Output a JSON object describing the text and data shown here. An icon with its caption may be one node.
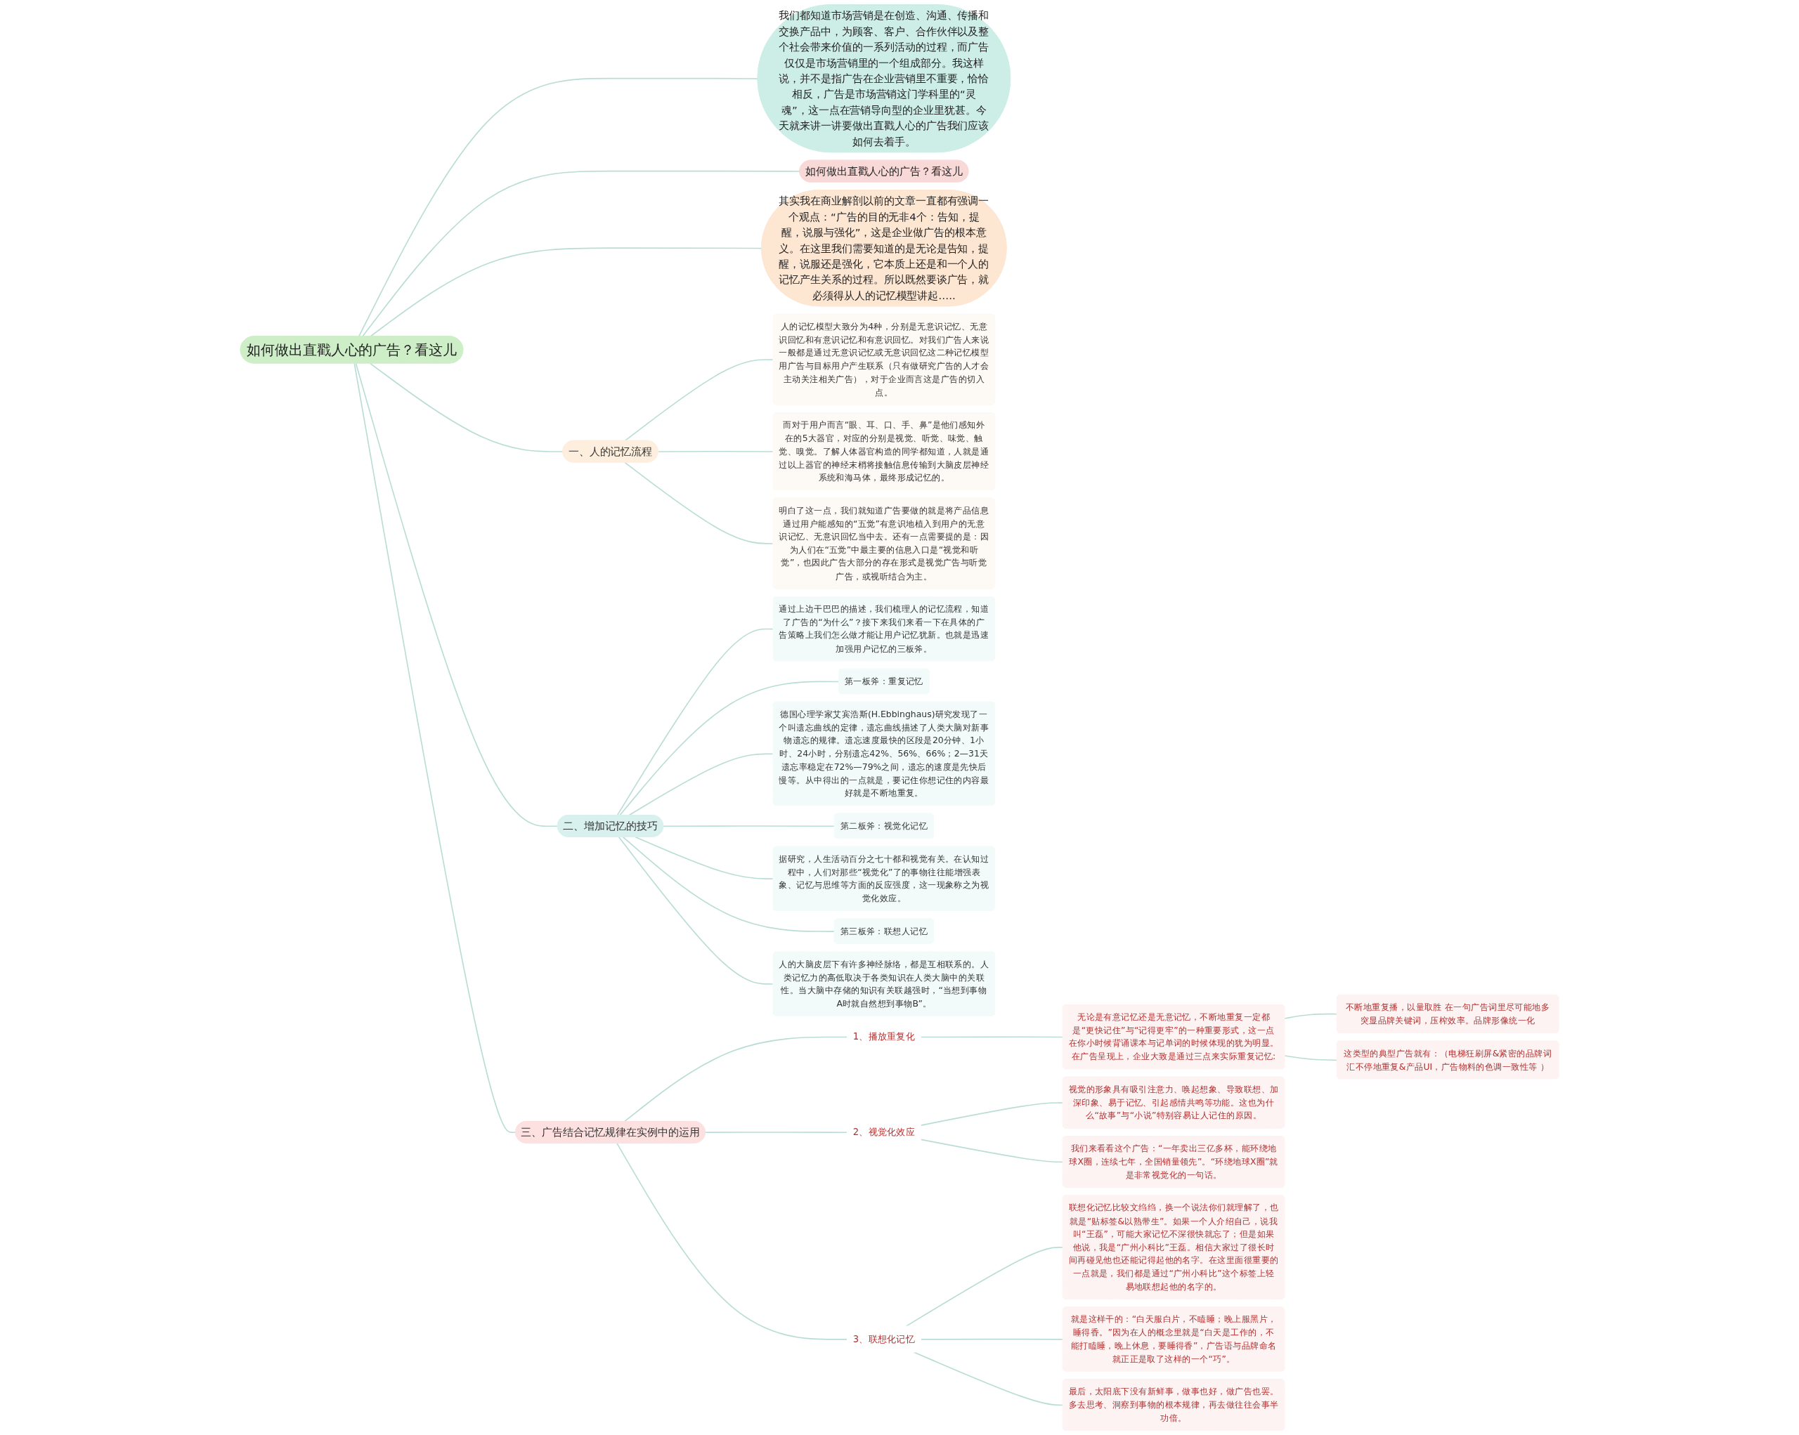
{
  "diagram": {
    "nodes": [
      {
        "text": [
          "如何做出直戳人心的广告？看这儿"
        ]
      },
      {
        "text": [
          "我们都知道市场营销是在创造、沟通、传播和交换产品中，为顾客、客户、合作伙伴以及整个社会带来价值的一系列活动的过程，而广告仅仅是市场营销里的一个组成部分。我这样说，并不是指广告在企业营销里不重要，恰恰相反，广告是市场营销这门学科里的“灵魂”，这一点在营销导向型的企业里犹甚。今天就来讲一讲要做出直戳人心的广告我们应该如何去着手。"
        ]
      },
      {
        "text": [
          "如何做出直戳人心的广告？看这儿"
        ]
      },
      {
        "text": [
          "其实我在商业解剖以前的文章一直都有强调一个观点：“广告的目的无非4个：告知，提醒，说服与强化”，这是企业做广告的根本意义。在这里我们需要知道的是无论是告知，提醒，说服还是强化，它本质上还是和一个人的记忆产生关系的过程。所以既然要谈广告，就必须得从人的记忆模型讲起….."
        ]
      },
      {
        "text": [
          "一、人的记忆流程"
        ]
      },
      {
        "text": [
          "人的记忆模型大致分为4种，分别是无意识记忆、无意识回忆和有意识记忆和有意识回忆。对我们广告人来说一般都是通过无意识记忆或无意识回忆这二种记忆模型用广告与目标用户产生联系（只有做研究广告的人才会主动关注相关广告），对于企业而言这是广告的切入点。"
        ]
      },
      {
        "text": [
          "而对于用户而言“眼、耳、口、手、鼻”是他们感知外在的5大器官，对应的分别是视觉、听觉、味觉、触觉、嗅觉。了解人体器官构造的同学都知道，人就是通过以上器官的神经末梢将接触信息传输到大脑皮层神经系统和海马体，最终形成记忆的。"
        ]
      },
      {
        "text": [
          "明白了这一点，我们就知道广告要做的就是将产品信息通过用户能感知的“五觉”有意识地植入到用户的无意识记忆、无意识回忆当中去。还有一点需要提的是：因为人们在“五觉”中最主要的信息入口是“视觉和听觉”，也因此广告大部分的存在形式是视觉广告与听觉广告，或视听结合为主。"
        ]
      },
      {
        "text": [
          "二、增加记忆的技巧"
        ]
      },
      {
        "text": [
          "通过上边干巴巴的描述，我们梳理人的记忆流程，知道了广告的“为什么”？接下来我们来看一下在具体的广告策略上我们怎么做才能让用户记忆犹新。也就是迅速加强用户记忆的三板斧。"
        ]
      },
      {
        "text": [
          "第一板斧：重复记忆"
        ]
      },
      {
        "text": [
          "德国心理学家艾宾浩斯(H.Ebbinghaus)研究发现了一个叫遗忘曲线的定律，遗忘曲线描述了人类大脑对新事物遗忘的规律。遗忘速度最快的区段是20分钟、1小时、24小时，分别遗忘42%、56%、66%；2—31天遗忘率稳定在72%—79%之间，遗忘的速度是先快后慢等。从中得出的一点就是，要记住你想记住的内容最好就是不断地重复。"
        ]
      },
      {
        "text": [
          "第二板斧：视觉化记忆"
        ]
      },
      {
        "text": [
          "据研究，人生活动百分之七十都和视觉有关。在认知过程中，人们对那些“视觉化”了的事物往往能增强表象、记忆与思维等方面的反应强度，这一现象称之为视觉化效应。"
        ]
      },
      {
        "text": [
          "第三板斧：联想人记忆"
        ]
      },
      {
        "text": [
          "人的大脑皮层下有许多神经脉络，都是互相联系的。人类记忆力的高低取决于各类知识在人类大脑中的关联性。当大脑中存储的知识有关联越强时，“当想到事物A时就自然想到事物B”。"
        ]
      },
      {
        "text": [
          "三、广告结合记忆规律在实例中的运用"
        ]
      },
      {
        "text": [
          "1、播放重复化"
        ]
      },
      {
        "text": [
          "无论是有意记忆还是无意记忆，不断地重复一定都是“更快记住”与“记得更牢”的一种重要形式，这一点在你小时候背诵课本与记单词的时候体现的犹为明显。在广告呈现上，企业大致是通过三点来实际重复记忆:"
        ]
      },
      {
        "text": [
          "不断地重复播，以量取胜 在一句广告词里尽可能地多突显品牌关键词，压榨效率。品牌形像统一化"
        ]
      },
      {
        "text": [
          "这类型的典型广告就有：（电梯狂刷屏&紧密的品牌词汇不停地重复&产品UI，广告物料的色调一致性等 ）"
        ]
      },
      {
        "text": [
          "2、视觉化效应"
        ]
      },
      {
        "text": [
          "视觉的形象具有吸引注意力、唤起想象、导致联想、加深印象、易于记忆、引起感情共鸣等功能。这也为什么“故事”与“小说”特别容易让人记住的原因。"
        ]
      },
      {
        "text": [
          "我们来看看这个广告：“一年卖出三亿多杯，能环绕地球X圈，连续七年，全国销量领先”。“环绕地球X圈”就是非常视觉化的一句话。"
        ]
      },
      {
        "text": [
          "3、联想化记忆"
        ]
      },
      {
        "text": [
          "联想化记忆比较文绉绉，换一个说法你们就理解了，也就是“贴标签&以熟带生”。如果一个人介绍自己，说我叫“王磊”，可能大家记忆不深很快就忘了；但是如果他说，我是“广州小科比”王磊。相信大家过了很长时间再碰见他也还能记得起他的名字。在这里面很重要的一点就是，我们都是通过“广州小科比”这个标签上轻易地联想起他的名字的。"
        ]
      },
      {
        "text": [
          "就是这样干的：“白天服白片，不瞌睡；晚上服黑片，睡得香。”因为在人的概念里就是“白天是工作的，不能打瞌睡，晚上休息，要睡得香”，广告语与品牌命名就正正是取了这样的一个“巧”。"
        ]
      },
      {
        "text": [
          "最后，太阳底下没有新鲜事，做事也好，做广告也罢。多去思考、洞察到事物的根本规律，再去做往往会事半功倍。"
        ]
      }
    ],
    "edges": [
      {
        "from": 0,
        "to": 1,
        "arrow": "none"
      },
      {
        "from": 0,
        "to": 2,
        "arrow": "none"
      },
      {
        "from": 0,
        "to": 3,
        "arrow": "none"
      },
      {
        "from": 0,
        "to": 4,
        "arrow": "none"
      },
      {
        "from": 4,
        "to": 5,
        "arrow": "none"
      },
      {
        "from": 4,
        "to": 6,
        "arrow": "none"
      },
      {
        "from": 4,
        "to": 7,
        "arrow": "none"
      },
      {
        "from": 0,
        "to": 8,
        "arrow": "none"
      },
      {
        "from": 8,
        "to": 9,
        "arrow": "none"
      },
      {
        "from": 8,
        "to": 10,
        "arrow": "none"
      },
      {
        "from": 8,
        "to": 11,
        "arrow": "none"
      },
      {
        "from": 8,
        "to": 12,
        "arrow": "none"
      },
      {
        "from": 8,
        "to": 13,
        "arrow": "none"
      },
      {
        "from": 8,
        "to": 14,
        "arrow": "none"
      },
      {
        "from": 8,
        "to": 15,
        "arrow": "none"
      },
      {
        "from": 0,
        "to": 16,
        "arrow": "none"
      },
      {
        "from": 16,
        "to": 17,
        "arrow": "none"
      },
      {
        "from": 17,
        "to": 18,
        "arrow": "none"
      },
      {
        "from": 18,
        "to": 19,
        "arrow": "none"
      },
      {
        "from": 18,
        "to": 20,
        "arrow": "none"
      },
      {
        "from": 16,
        "to": 21,
        "arrow": "none"
      },
      {
        "from": 21,
        "to": 22,
        "arrow": "none"
      },
      {
        "from": 21,
        "to": 23,
        "arrow": "none"
      },
      {
        "from": 16,
        "to": 24,
        "arrow": "none"
      },
      {
        "from": 24,
        "to": 25,
        "arrow": "none"
      },
      {
        "from": 24,
        "to": 26,
        "arrow": "none"
      },
      {
        "from": 24,
        "to": 27,
        "arrow": "none"
      }
    ]
  }
}
